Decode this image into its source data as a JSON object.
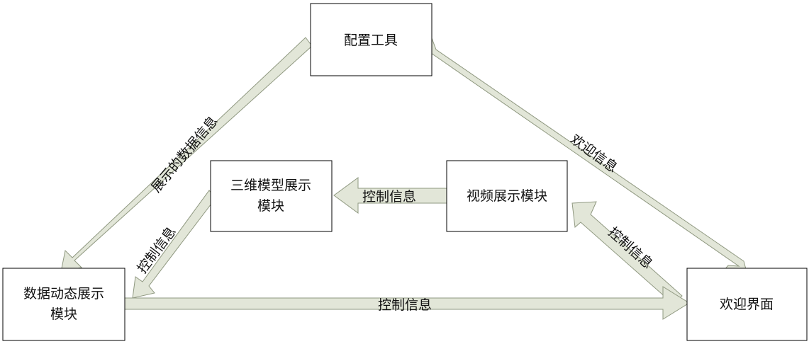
{
  "colors": {
    "arrow_fill": "#e2e6d8",
    "arrow_stroke": "#8f9880",
    "box_stroke": "#000000",
    "text": "#111111"
  },
  "nodes": {
    "config_tool": {
      "label": "配置工具"
    },
    "model_display": {
      "line1": "三维模型展示",
      "line2": "模块"
    },
    "video_display": {
      "label": "视频展示模块"
    },
    "data_display": {
      "line1": "数据动态展示",
      "line2": "模块"
    },
    "welcome_ui": {
      "label": "欢迎界面"
    }
  },
  "edges": {
    "config_to_data": {
      "label": "展示的数据信息"
    },
    "config_to_welcome": {
      "label": "欢迎信息"
    },
    "video_to_model": {
      "label": "控制信息"
    },
    "model_to_data": {
      "label": "控制信息"
    },
    "welcome_to_video": {
      "label": "控制信息"
    },
    "data_to_welcome": {
      "label": "控制信息"
    }
  }
}
